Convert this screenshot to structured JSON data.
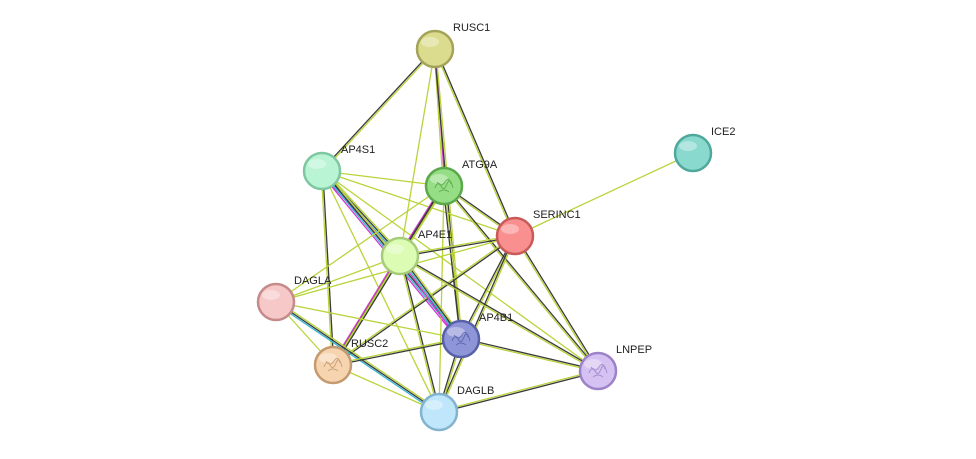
{
  "nodes": [
    {
      "id": "RUSC1",
      "label": "RUSC1",
      "fill": "#dcdc8e",
      "stroke": "#a3a35a",
      "has_structure": false
    },
    {
      "id": "AP4S1",
      "label": "AP4S1",
      "fill": "#b9f5d4",
      "stroke": "#7fc7a1",
      "has_structure": false
    },
    {
      "id": "ATG9A",
      "label": "ATG9A",
      "fill": "#95de85",
      "stroke": "#5aa84a",
      "has_structure": true
    },
    {
      "id": "ICE2",
      "label": "ICE2",
      "fill": "#8ad9cf",
      "stroke": "#4fa89b",
      "has_structure": false
    },
    {
      "id": "SERINC1",
      "label": "SERINC1",
      "fill": "#fa8f8f",
      "stroke": "#c95a5a",
      "has_structure": false
    },
    {
      "id": "AP4E1",
      "label": "AP4E1",
      "fill": "#dcfcb4",
      "stroke": "#a6cc7a",
      "has_structure": false
    },
    {
      "id": "DAGLA",
      "label": "DAGLA",
      "fill": "#f6c8c8",
      "stroke": "#c58a8a",
      "has_structure": false
    },
    {
      "id": "AP4B1",
      "label": "AP4B1",
      "fill": "#8f96d8",
      "stroke": "#5860a8",
      "has_structure": true
    },
    {
      "id": "RUSC2",
      "label": "RUSC2",
      "fill": "#f7d4b0",
      "stroke": "#c49a6e",
      "has_structure": true
    },
    {
      "id": "LNPEP",
      "label": "LNPEP",
      "fill": "#d6c2f2",
      "stroke": "#9d82c8",
      "has_structure": true
    },
    {
      "id": "DAGLB",
      "label": "DAGLB",
      "fill": "#bfe6fa",
      "stroke": "#82b3cf",
      "has_structure": false
    }
  ],
  "edges": [
    {
      "source": "RUSC1",
      "target": "AP4S1",
      "colors": [
        "#b8d43a",
        "#3a3a3a"
      ]
    },
    {
      "source": "RUSC1",
      "target": "ATG9A",
      "colors": [
        "#d43ad0",
        "#b8d43a"
      ]
    },
    {
      "source": "RUSC1",
      "target": "SERINC1",
      "colors": [
        "#3a3a3a",
        "#b8d43a"
      ]
    },
    {
      "source": "RUSC1",
      "target": "AP4E1",
      "colors": [
        "#b8d43a"
      ]
    },
    {
      "source": "RUSC1",
      "target": "AP4B1",
      "colors": [
        "#b8d43a",
        "#3a3a3a"
      ]
    },
    {
      "source": "AP4S1",
      "target": "ATG9A",
      "colors": [
        "#b8d43a"
      ]
    },
    {
      "source": "AP4S1",
      "target": "SERINC1",
      "colors": [
        "#b8d43a"
      ]
    },
    {
      "source": "AP4S1",
      "target": "AP4E1",
      "colors": [
        "#b8d43a",
        "#3a3a3a",
        "#3ab8d4",
        "#d43ad0"
      ]
    },
    {
      "source": "AP4S1",
      "target": "AP4B1",
      "colors": [
        "#b8d43a",
        "#3a3a3a",
        "#3ab8d4",
        "#d43ad0"
      ]
    },
    {
      "source": "AP4S1",
      "target": "RUSC2",
      "colors": [
        "#3a3a3a",
        "#b8d43a"
      ]
    },
    {
      "source": "AP4S1",
      "target": "DAGLB",
      "colors": [
        "#b8d43a"
      ]
    },
    {
      "source": "AP4S1",
      "target": "LNPEP",
      "colors": [
        "#b8d43a"
      ]
    },
    {
      "source": "ATG9A",
      "target": "SERINC1",
      "colors": [
        "#3a3a3a",
        "#b8d43a"
      ]
    },
    {
      "source": "ATG9A",
      "target": "AP4E1",
      "colors": [
        "#b8d43a",
        "#3a3a3a",
        "#d43ad0"
      ]
    },
    {
      "source": "ATG9A",
      "target": "AP4B1",
      "colors": [
        "#b8d43a",
        "#3a3a3a"
      ]
    },
    {
      "source": "ATG9A",
      "target": "LNPEP",
      "colors": [
        "#3a3a3a",
        "#b8d43a"
      ]
    },
    {
      "source": "ATG9A",
      "target": "DAGLA",
      "colors": [
        "#b8d43a"
      ]
    },
    {
      "source": "ATG9A",
      "target": "RUSC2",
      "colors": [
        "#b8d43a",
        "#3a3a3a"
      ]
    },
    {
      "source": "ATG9A",
      "target": "DAGLB",
      "colors": [
        "#b8d43a"
      ]
    },
    {
      "source": "ICE2",
      "target": "SERINC1",
      "colors": [
        "#b8d43a"
      ]
    },
    {
      "source": "SERINC1",
      "target": "AP4E1",
      "colors": [
        "#3a3a3a",
        "#b8d43a"
      ]
    },
    {
      "source": "SERINC1",
      "target": "AP4B1",
      "colors": [
        "#b8d43a",
        "#3a3a3a"
      ]
    },
    {
      "source": "SERINC1",
      "target": "LNPEP",
      "colors": [
        "#3a3a3a",
        "#b8d43a"
      ]
    },
    {
      "source": "SERINC1",
      "target": "DAGLA",
      "colors": [
        "#b8d43a"
      ]
    },
    {
      "source": "SERINC1",
      "target": "RUSC2",
      "colors": [
        "#3a3a3a",
        "#b8d43a"
      ]
    },
    {
      "source": "SERINC1",
      "target": "DAGLB",
      "colors": [
        "#b8d43a",
        "#3a3a3a"
      ]
    },
    {
      "source": "AP4E1",
      "target": "DAGLA",
      "colors": [
        "#b8d43a"
      ]
    },
    {
      "source": "AP4E1",
      "target": "AP4B1",
      "colors": [
        "#b8d43a",
        "#3a3a3a",
        "#3ab8d4",
        "#d43ad0"
      ]
    },
    {
      "source": "AP4E1",
      "target": "RUSC2",
      "colors": [
        "#3a3a3a",
        "#b8d43a",
        "#d43ad0"
      ]
    },
    {
      "source": "AP4E1",
      "target": "LNPEP",
      "colors": [
        "#3a3a3a",
        "#b8d43a"
      ]
    },
    {
      "source": "AP4E1",
      "target": "DAGLB",
      "colors": [
        "#3a3a3a",
        "#b8d43a"
      ]
    },
    {
      "source": "DAGLA",
      "target": "AP4B1",
      "colors": [
        "#b8d43a"
      ]
    },
    {
      "source": "DAGLA",
      "target": "RUSC2",
      "colors": [
        "#b8d43a"
      ]
    },
    {
      "source": "DAGLA",
      "target": "DAGLB",
      "colors": [
        "#b8d43a",
        "#3a3a3a",
        "#3ab8d4"
      ]
    },
    {
      "source": "AP4B1",
      "target": "RUSC2",
      "colors": [
        "#3a3a3a",
        "#b8d43a"
      ]
    },
    {
      "source": "AP4B1",
      "target": "LNPEP",
      "colors": [
        "#3a3a3a",
        "#b8d43a"
      ]
    },
    {
      "source": "AP4B1",
      "target": "DAGLB",
      "colors": [
        "#b8d43a",
        "#3a3a3a"
      ]
    },
    {
      "source": "RUSC2",
      "target": "DAGLB",
      "colors": [
        "#b8d43a"
      ]
    },
    {
      "source": "LNPEP",
      "target": "DAGLB",
      "colors": [
        "#3a3a3a",
        "#b8d43a"
      ]
    }
  ]
}
